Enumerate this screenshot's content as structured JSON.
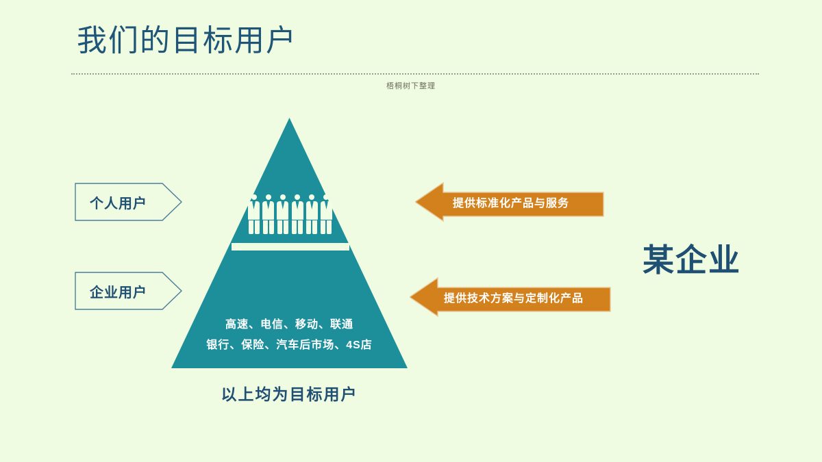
{
  "slide": {
    "title": "我们的目标用户",
    "watermark": "梧桐树下整理",
    "background_color": "#f0fce1",
    "accent_teal": "#1d8f9b",
    "accent_orange": "#d2811c",
    "accent_blue": "#1f4f72"
  },
  "pyramid": {
    "top_segment_label": "个人用户",
    "bottom_segment_label": "企业用户",
    "people_icon_count": 6,
    "body_text_lines": [
      "高速、电信、移动、联通",
      "银行、保险、汽车后市场、4S店"
    ],
    "caption": "以上均为目标用户"
  },
  "left_labels": [
    {
      "text": "个人用户"
    },
    {
      "text": "企业用户"
    }
  ],
  "arrows": [
    {
      "text": "提供标准化产品与服务",
      "direction": "left"
    },
    {
      "text": "提供技术方案与定制化产品",
      "direction": "left"
    }
  ],
  "right_label": {
    "text": "某企业"
  }
}
